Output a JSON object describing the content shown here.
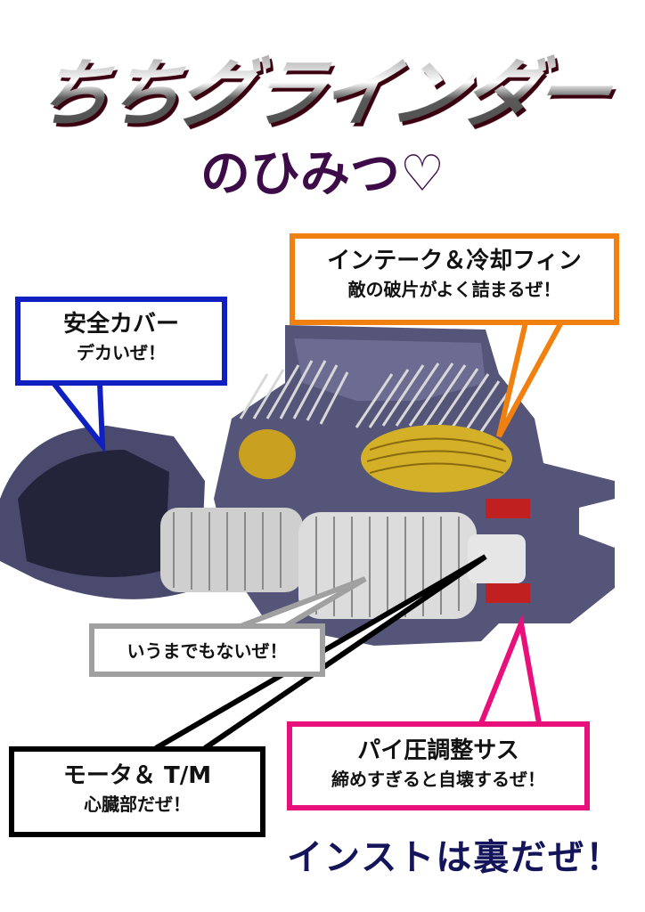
{
  "title": "ちちグラインダー",
  "subtitle": "のひみつ♡",
  "callouts": {
    "cover": {
      "heading": "安全カバー",
      "note": "デカいぜ！",
      "color": "#1020c0"
    },
    "intake": {
      "heading": "インテーク＆冷却フィン",
      "note": "敵の破片がよく詰まるぜ！",
      "color": "#f08010"
    },
    "grinder": {
      "note": "いうまでもないぜ！",
      "color": "#a0a0a0"
    },
    "motor": {
      "heading": "モータ＆ T/M",
      "note": "心臓部だぜ！",
      "color": "#000000"
    },
    "suspension": {
      "heading": "パイ圧調整サス",
      "note": "締めすぎると自壊するぜ！",
      "color": "#e8107a"
    }
  },
  "footer": "インストは裏だぜ！"
}
